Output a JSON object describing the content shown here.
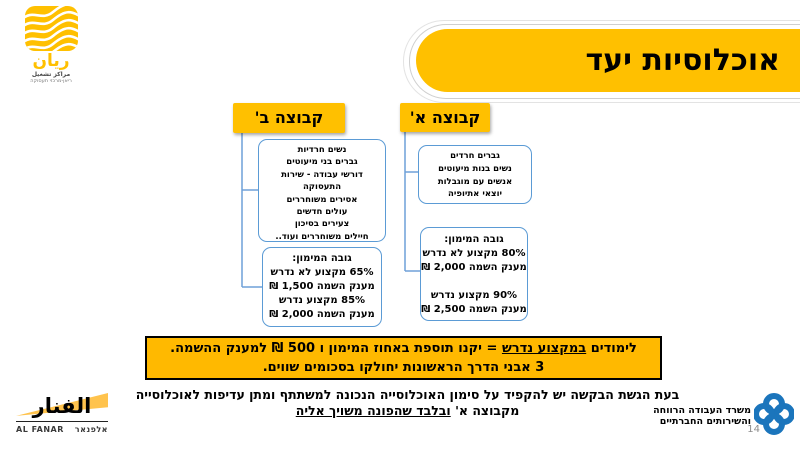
{
  "slide": {
    "title": "אוכלוסיות יעד",
    "page_number": "14"
  },
  "colors": {
    "accent_yellow": "#FFC000",
    "banner_orange": "#FFB900",
    "box_border_blue": "#5B9BD5",
    "connector_blue": "#6FA0D8",
    "ministry_blue": "#1B75BC"
  },
  "groups": {
    "a": {
      "header": "קבוצה א'",
      "populations": [
        "גברים חרדים",
        "נשים בנות מיעוטים",
        "אנשים עם מוגבלות",
        "יוצאי אתיופיה"
      ],
      "funding": {
        "title": "גובה המימון:",
        "lines": [
          "80% מקצוע לא נדרש",
          "מענק השמה 2,000 ₪",
          "",
          "90% מקצוע נדרש",
          "מענק השמה 2,500 ₪"
        ]
      }
    },
    "b": {
      "header": "קבוצה ב'",
      "populations": [
        "נשים חרדיות",
        "גברים בני מיעוטים",
        "דורשי עבודה - שירות התעסוקה",
        "אסירים משוחררים",
        "עולים חדשים",
        "צעירים בסיכון",
        "חיילים משוחררים ועוד.."
      ],
      "funding": {
        "title": "גובה המימון:",
        "lines": [
          "65% מקצוע לא נדרש",
          "מענק השמה 1,500 ₪",
          "85% מקצוע נדרש",
          "מענק השמה 2,000 ₪"
        ]
      }
    }
  },
  "rule_banner": {
    "line1_prefix": "לימודים ",
    "line1_underline": "במקצוע נדרש",
    "line1_suffix": " = יקנו תוספת באחוז המימון ו 500 ₪ למענק ההשמה.",
    "line2": "3 אבני הדרך הראשונות יחולקו בסכומים שווים."
  },
  "footer": {
    "line1": "בעת הגשת הבקשה יש להקפיד על סימון האוכלוסייה הנכונה למשתתף ומתן עדיפות לאוכלוסייה",
    "line2_prefix": "מקבוצה א' ",
    "line2_underline": "ובלבד שהפונה משויך אליה"
  },
  "ministry": {
    "line1": "משרד העבודה הרווחה",
    "line2": "והשירותים החברתיים"
  },
  "logos": {
    "rayan": {
      "name": "ريان",
      "sub1": "مراكز تشغيل",
      "sub2": "ריאן-מרכזי תעסוקה"
    },
    "alfanar": {
      "arabic": "الفنار",
      "latin": "AL FANAR",
      "hebrew": "אלפנאר"
    }
  }
}
